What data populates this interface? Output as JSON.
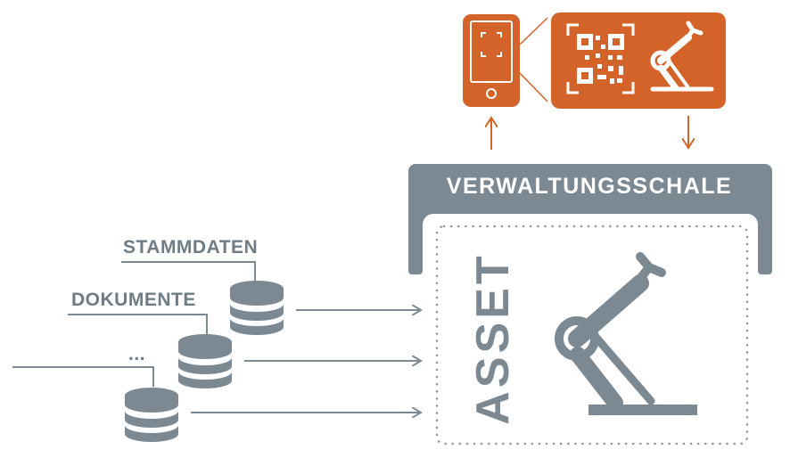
{
  "shell": {
    "title": "VERWALTUNGSSCHALE"
  },
  "asset": {
    "label": "ASSET"
  },
  "sources": [
    {
      "label": "STAMMDATEN",
      "icon": "database-icon"
    },
    {
      "label": "DOKUMENTE",
      "icon": "database-icon"
    },
    {
      "label": "...",
      "icon": "database-icon"
    }
  ],
  "top_devices": {
    "phone_icon": "smartphone-scan-icon",
    "panel_icons": [
      "qr-code-icon",
      "robot-arm-icon"
    ]
  },
  "colors": {
    "orange": "#d4632a",
    "gray": "#7d8992",
    "dark_gray": "#6f7c86",
    "white": "#ffffff"
  }
}
